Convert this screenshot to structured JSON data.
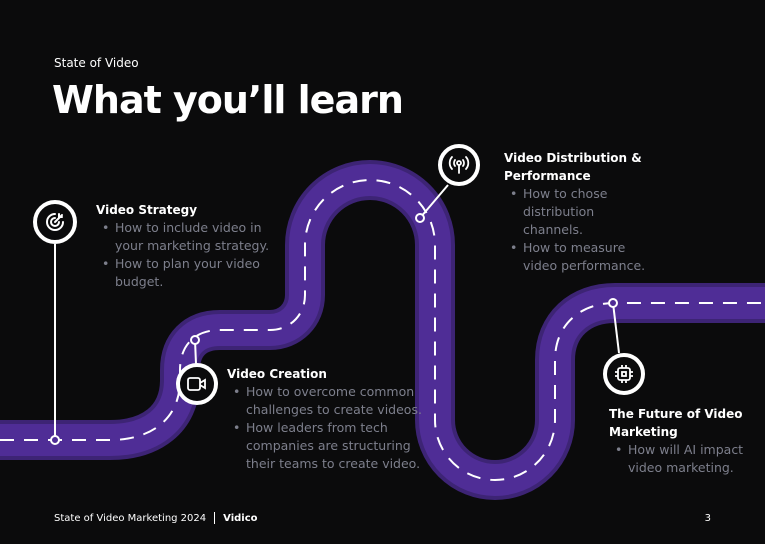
{
  "header": {
    "eyebrow": "State of Video",
    "title": "What you’ll learn"
  },
  "sections": [
    {
      "title": "Video Strategy",
      "icon": "target-icon",
      "bullets": [
        "How to include video in your marketing strategy.",
        "How to plan your video budget."
      ]
    },
    {
      "title": "Video Creation",
      "icon": "video-camera-icon",
      "bullets": [
        "How to overcome common challenges to create videos.",
        "How leaders from tech companies are structuring their teams to create video."
      ]
    },
    {
      "title": "Video Distribution & Performance",
      "icon": "broadcast-icon",
      "bullets": [
        "How to chose distribution channels.",
        "How to measure video performance."
      ]
    },
    {
      "title": "The Future of Video Marketing",
      "icon": "chip-icon",
      "bullets": [
        "How will AI impact video marketing."
      ]
    }
  ],
  "footer": {
    "report": "State of Video Marketing 2024",
    "brand": "Vidico",
    "page": "3"
  },
  "colors": {
    "road": "#4a2a8e",
    "background": "#0b0b0c",
    "muted": "#7d7f8c"
  }
}
